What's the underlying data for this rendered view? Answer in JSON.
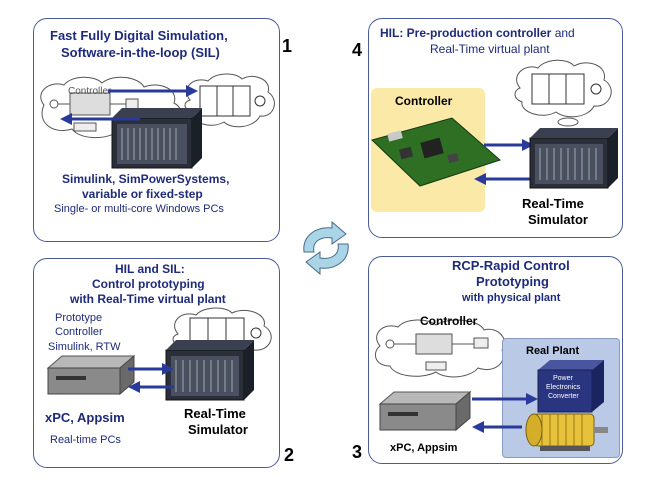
{
  "panels": {
    "p1": {
      "title_line1": "Fast Fully Digital Simulation,",
      "title_line2": "Software-in-the-loop (SIL)",
      "number": "1",
      "controller_label": "Controller",
      "footer_line1": "Simulink, SimPowerSystems,",
      "footer_line2": "variable or fixed-step",
      "footer_line3": "Single- or multi-core Windows PCs"
    },
    "p2": {
      "title_line1": "HIL and SIL:",
      "title_line2": "Control prototyping",
      "title_line3": "with Real-Time virtual plant",
      "number": "2",
      "proto_line1": "Prototype",
      "proto_line2": "Controller",
      "proto_line3": "Simulink, RTW",
      "xpc_label": "xPC, Appsim",
      "rt_pcs": "Real-time PCs",
      "sim_line1": "Real-Time",
      "sim_line2": "Simulator"
    },
    "p3": {
      "title_line1": "RCP-Rapid Control",
      "title_line2": "Prototyping",
      "title_line3": "with physical plant",
      "number": "3",
      "controller_label": "Controller",
      "real_plant": "Real Plant",
      "converter_line1": "Power",
      "converter_line2": "Electronics",
      "converter_line3": "Converter",
      "xpc_label": "xPC, Appsim"
    },
    "p4": {
      "title_line1": "HIL: Pre-production controller",
      "title_and": "and",
      "title_line2": "Real-Time virtual plant",
      "number": "4",
      "controller_label": "Controller",
      "sim_line1": "Real-Time",
      "sim_line2": "Simulator"
    }
  },
  "colors": {
    "panel_border": "#4a5a9a",
    "title_text": "#1f2a7a",
    "arrow": "#2a3a9a",
    "controller_box": "#fbe9a8",
    "real_plant_box": "#b9c9e6",
    "converter": "#2a3580",
    "motor": "#e6c23a"
  }
}
